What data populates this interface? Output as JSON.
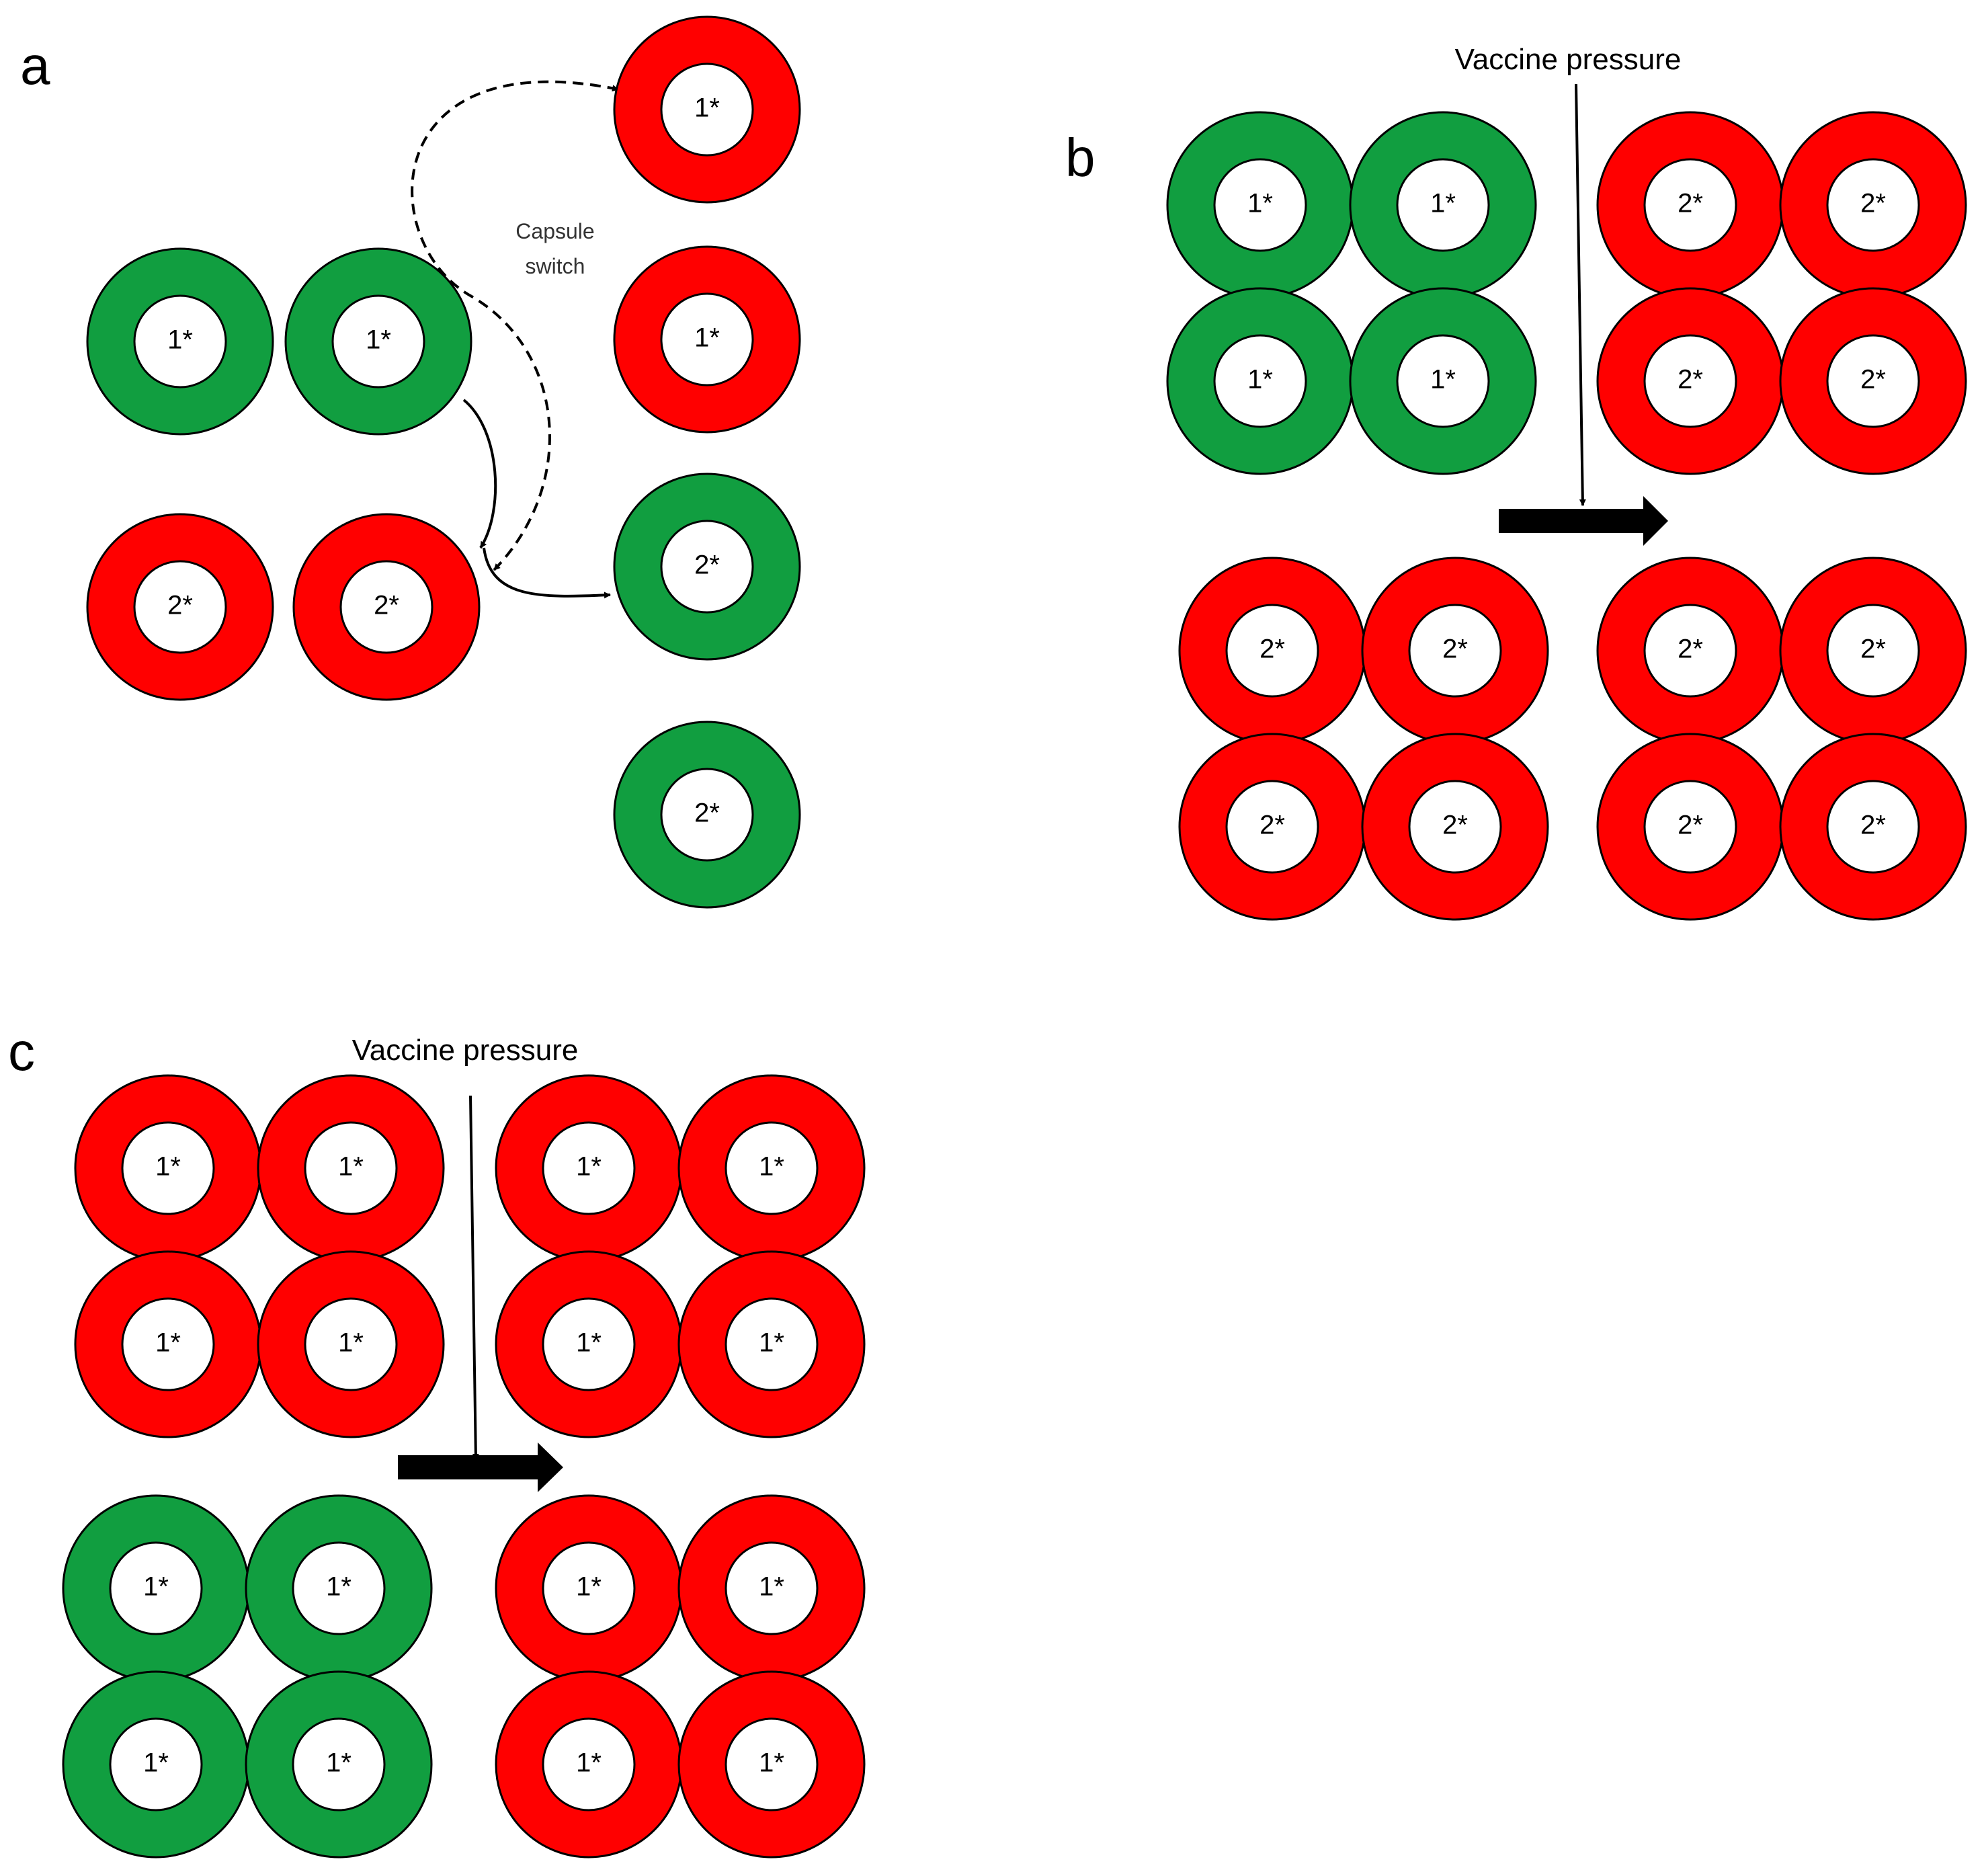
{
  "colors": {
    "red": "#ff0000",
    "green": "#119e40",
    "stroke": "#000000"
  },
  "panels": {
    "a": {
      "label": "a",
      "caption_line1": "Capsule",
      "caption_line2": "switch",
      "rings": [
        {
          "label": "1*",
          "color": "green"
        },
        {
          "label": "1*",
          "color": "green"
        },
        {
          "label": "2*",
          "color": "red"
        },
        {
          "label": "2*",
          "color": "red"
        },
        {
          "label": "1*",
          "color": "red"
        },
        {
          "label": "1*",
          "color": "red"
        },
        {
          "label": "2*",
          "color": "green"
        },
        {
          "label": "2*",
          "color": "green"
        }
      ]
    },
    "b": {
      "label": "b",
      "caption": "Vaccine pressure",
      "groups": [
        {
          "rings": [
            {
              "label": "1*",
              "color": "green"
            },
            {
              "label": "1*",
              "color": "green"
            },
            {
              "label": "1*",
              "color": "green"
            },
            {
              "label": "1*",
              "color": "green"
            }
          ]
        },
        {
          "rings": [
            {
              "label": "2*",
              "color": "red"
            },
            {
              "label": "2*",
              "color": "red"
            },
            {
              "label": "2*",
              "color": "red"
            },
            {
              "label": "2*",
              "color": "red"
            }
          ]
        },
        {
          "rings": [
            {
              "label": "2*",
              "color": "red"
            },
            {
              "label": "2*",
              "color": "red"
            },
            {
              "label": "2*",
              "color": "red"
            },
            {
              "label": "2*",
              "color": "red"
            }
          ]
        },
        {
          "rings": [
            {
              "label": "2*",
              "color": "red"
            },
            {
              "label": "2*",
              "color": "red"
            },
            {
              "label": "2*",
              "color": "red"
            },
            {
              "label": "2*",
              "color": "red"
            }
          ]
        }
      ]
    },
    "c": {
      "label": "c",
      "caption": "Vaccine pressure",
      "groups": [
        {
          "rings": [
            {
              "label": "1*",
              "color": "red"
            },
            {
              "label": "1*",
              "color": "red"
            },
            {
              "label": "1*",
              "color": "red"
            },
            {
              "label": "1*",
              "color": "red"
            }
          ]
        },
        {
          "rings": [
            {
              "label": "1*",
              "color": "red"
            },
            {
              "label": "1*",
              "color": "red"
            },
            {
              "label": "1*",
              "color": "red"
            },
            {
              "label": "1*",
              "color": "red"
            }
          ]
        },
        {
          "rings": [
            {
              "label": "1*",
              "color": "green"
            },
            {
              "label": "1*",
              "color": "green"
            },
            {
              "label": "1*",
              "color": "green"
            },
            {
              "label": "1*",
              "color": "green"
            }
          ]
        },
        {
          "rings": [
            {
              "label": "1*",
              "color": "red"
            },
            {
              "label": "1*",
              "color": "red"
            },
            {
              "label": "1*",
              "color": "red"
            },
            {
              "label": "1*",
              "color": "red"
            }
          ]
        }
      ]
    }
  }
}
